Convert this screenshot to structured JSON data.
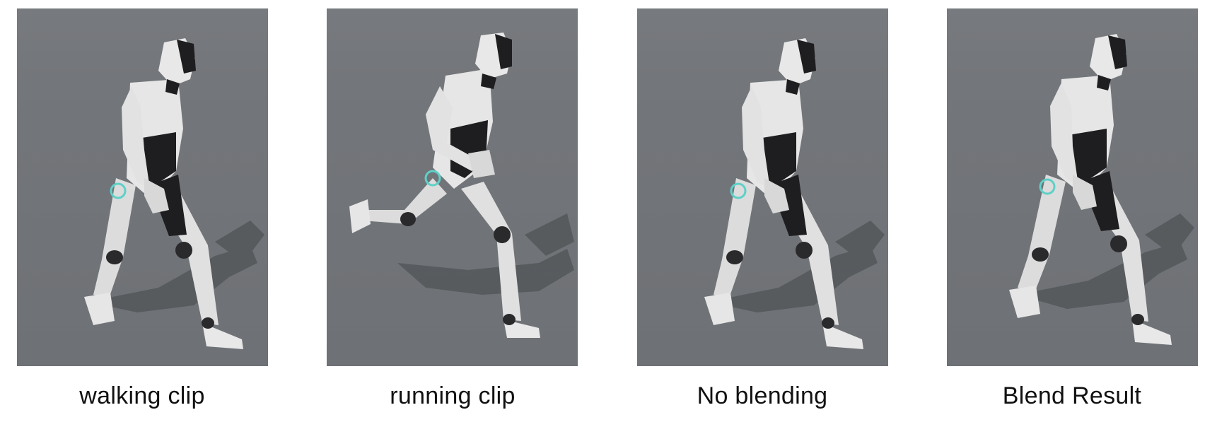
{
  "panels": [
    {
      "id": "walking",
      "caption": "walking clip",
      "pose": "walk"
    },
    {
      "id": "running",
      "caption": "running clip",
      "pose": "run"
    },
    {
      "id": "noblend",
      "caption": "No blending",
      "pose": "walk"
    },
    {
      "id": "blend",
      "caption": "Blend Result",
      "pose": "walk"
    }
  ],
  "colors": {
    "background": "#737679",
    "robot_body": "#e4e4e4",
    "robot_dark": "#1e1e20",
    "accent": "#5fd0c8",
    "shadow": "#4f5255"
  }
}
